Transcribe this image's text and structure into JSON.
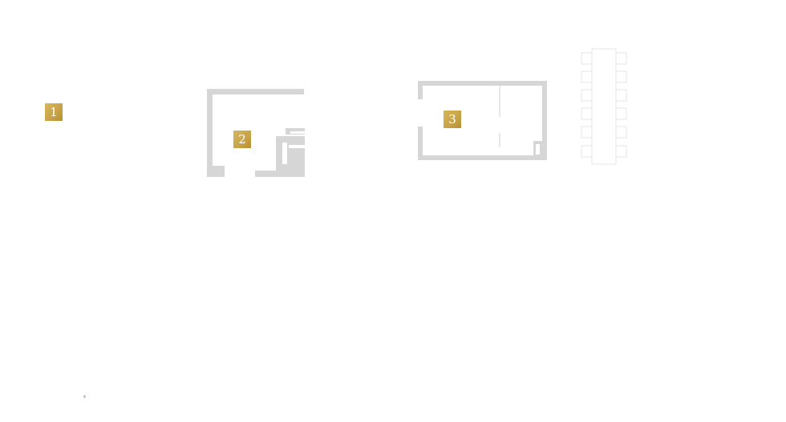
{
  "rooms": [
    {
      "label": "1"
    },
    {
      "label": "2"
    },
    {
      "label": "3"
    }
  ],
  "footer": {
    "mark": "⁵"
  },
  "colors": {
    "wall": "#d6d6d6",
    "furniture_line": "#e4e4e4",
    "badge_gold": "#c9a448"
  }
}
